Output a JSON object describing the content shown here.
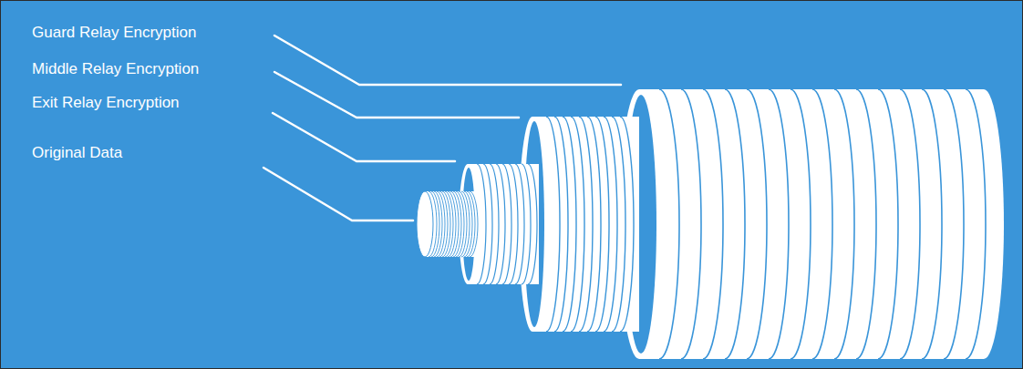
{
  "diagram": {
    "labels": [
      "Guard Relay Encryption",
      "Middle Relay Encryption",
      "Exit Relay Encryption",
      "Original Data"
    ]
  }
}
